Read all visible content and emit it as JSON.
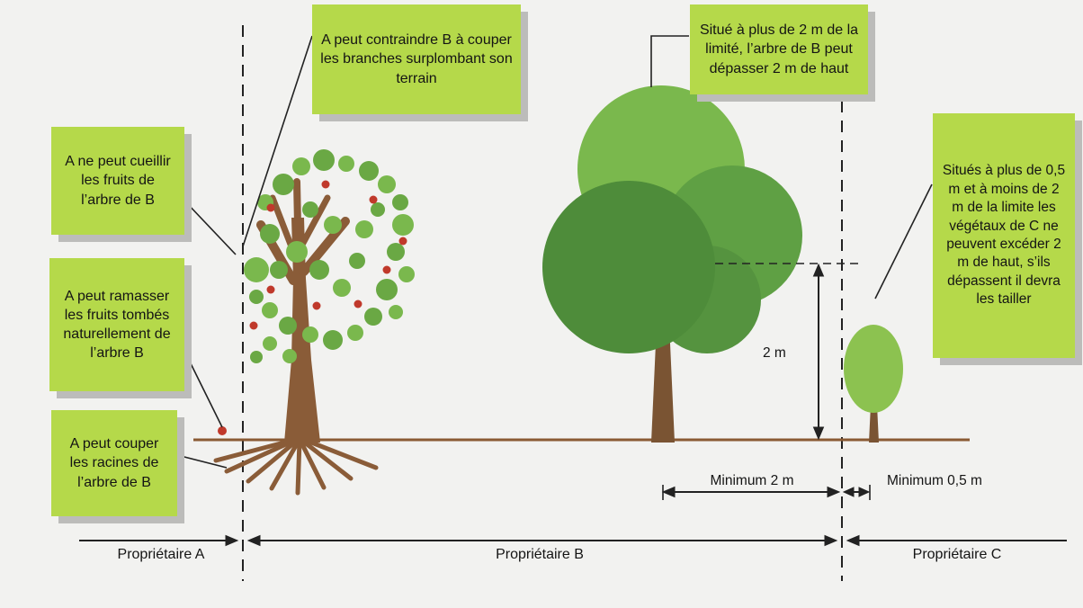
{
  "callouts": {
    "branches": "A peut contraindre B à couper les branches surplombant son terrain",
    "cueillir": "A ne peut cueillir les fruits de l’arbre de B",
    "ramasser": "A peut ramasser les fruits tombés naturellement de l’arbre B",
    "racines": "A peut couper les racines de l’arbre de B",
    "arbre_b": "Situé à plus de 2 m de la limité, l’arbre de B peut dépasser 2 m de haut",
    "vegetaux_c": "Situés à plus de 0,5 m et à moins de 2 m de la limite les végétaux de C ne peuvent excéder 2 m de haut, s’ils dépassent il devra les tailler"
  },
  "measurements": {
    "height": "2 m",
    "min_b": "Minimum 2 m",
    "min_c": "Minimum 0,5 m"
  },
  "owners": {
    "a": "Propriétaire A",
    "b": "Propriétaire B",
    "c": "Propriétaire C"
  },
  "colors": {
    "callout_bg": "#b5d94a",
    "callout_shadow": "#bcbcba",
    "foliage_light": "#7ab84d",
    "foliage_medium": "#6aa844",
    "foliage_dark": "#4e8c3a",
    "shrub_green": "#8cc250",
    "trunk_brown": "#8a5c38",
    "ground_brown": "#8a5a33",
    "fruit_red": "#c0392b",
    "line_black": "#222222",
    "background": "#f2f2f0"
  }
}
